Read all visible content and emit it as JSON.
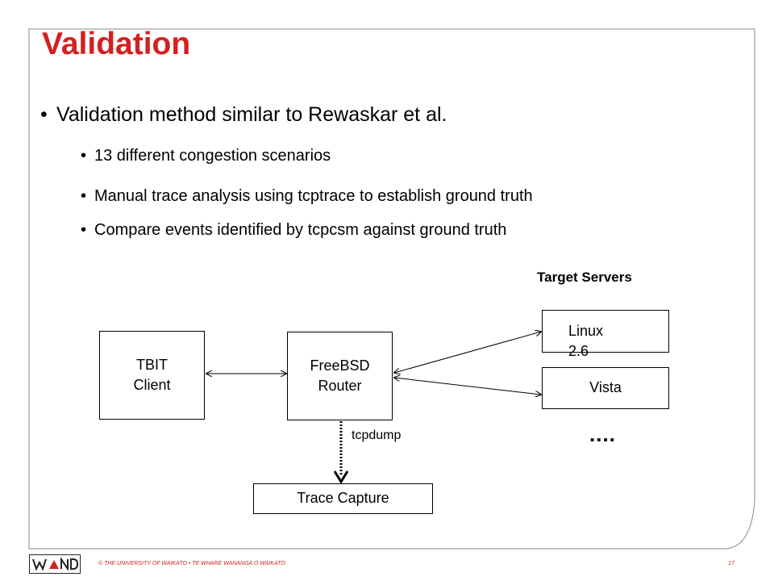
{
  "slide": {
    "title": "Validation",
    "bullets": [
      {
        "level": 1,
        "text": "Validation  method  similar to Rewaskar  et al."
      },
      {
        "level": 2,
        "text": "13 different congestion scenarios"
      },
      {
        "level": 2,
        "text": "Manual trace analysis using tcptrace to establish ground truth"
      },
      {
        "level": 2,
        "text": "Compare events identified by tcpcsm against ground truth"
      }
    ]
  },
  "diagram": {
    "target_servers_label": "Target Servers",
    "tbit_client": "TBIT Client",
    "freebsd_router": "FreeBSD Router",
    "linux": "Linux 2.6",
    "vista": "Vista",
    "tcpdump": "tcpdump",
    "trace_capture": "Trace Capture",
    "more": "...."
  },
  "footer": {
    "logo_text": "WAND",
    "text": "© THE UNIVERSITY OF WAIKATO  •  TE WHARE WANANGA O WAIKATO",
    "page": "17"
  },
  "colors": {
    "title": "#d42020",
    "footer": "#d42020",
    "frame": "#8a8a8a"
  }
}
